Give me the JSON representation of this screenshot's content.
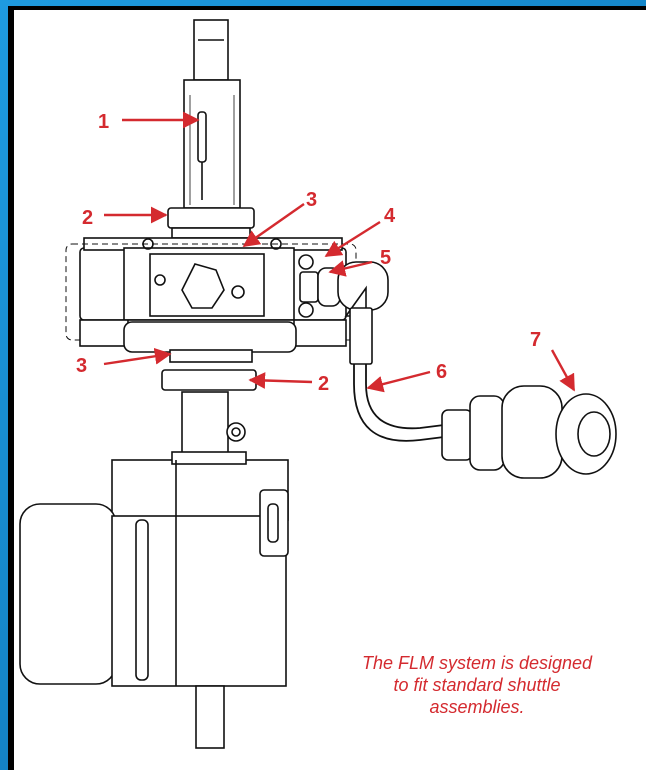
{
  "callouts": [
    {
      "id": "1",
      "label": "1"
    },
    {
      "id": "2a",
      "label": "2"
    },
    {
      "id": "3a",
      "label": "3"
    },
    {
      "id": "4",
      "label": "4"
    },
    {
      "id": "5",
      "label": "5"
    },
    {
      "id": "3b",
      "label": "3"
    },
    {
      "id": "2b",
      "label": "2"
    },
    {
      "id": "6",
      "label": "6"
    },
    {
      "id": "7",
      "label": "7"
    }
  ],
  "caption": "The FLM system is designed to fit standard shuttle assemblies.",
  "colors": {
    "frame": "#0b6fb0",
    "callout": "#d42a2f",
    "line_art": "#111111"
  }
}
